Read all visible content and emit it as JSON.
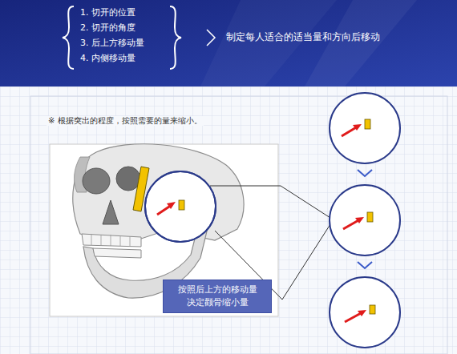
{
  "diagram": {
    "nodes": [
      {
        "text": [
          "按照后上方的移动量 决定颧骨缩小量"
        ]
      }
    ],
    "labels": [
      "1. 切开的位置",
      "2. 切开的角度",
      "3. 后上方移动量",
      "4. 内侧移动量",
      "制定每人适合的适当量和方向后移动",
      "※ 根据突出的程度，按照需要的量来缩小。"
    ]
  }
}
